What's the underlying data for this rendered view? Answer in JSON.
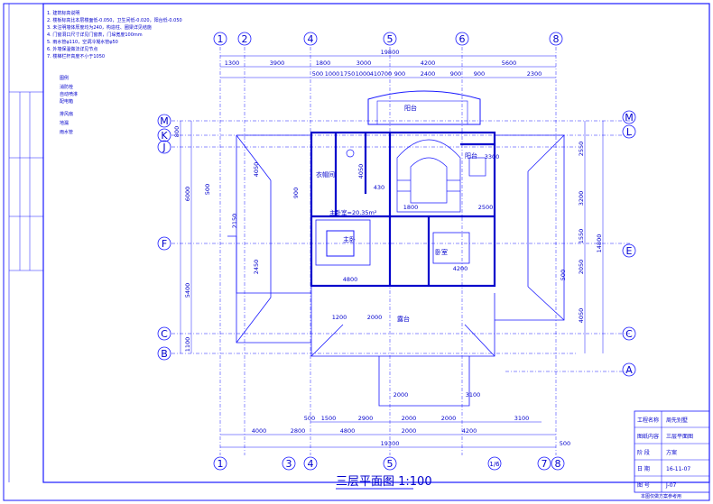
{
  "title": "三层平面图 1:100",
  "axes_top": [
    "1",
    "2",
    "4",
    "5",
    "6",
    "8"
  ],
  "axes_bottom": [
    "1",
    "3",
    "4",
    "5",
    "1/6",
    "7",
    "8"
  ],
  "axes_left": [
    "M",
    "K",
    "J",
    "F",
    "C",
    "B"
  ],
  "axes_right": [
    "M",
    "L",
    "E",
    "C",
    "A"
  ],
  "dims_top_total": "19800",
  "dims_top_row": [
    "1300",
    "3900",
    "1800",
    "3000",
    "4200",
    "5600"
  ],
  "dims_top_detail": [
    "500",
    "1000",
    "1750",
    "1000",
    "410",
    "700",
    "900",
    "2400",
    "900",
    "900",
    "2300"
  ],
  "dims_bottom_total": "19300",
  "dims_bottom_row": [
    "4000",
    "2800",
    "4800",
    "2000",
    "4200",
    "500"
  ],
  "dims_bottom_row2": [
    "1200",
    "2000",
    "2000",
    "3100"
  ],
  "dims_bottom_detail": [
    "500",
    "1500",
    "2900",
    "2000",
    "2000",
    "3100"
  ],
  "dims_left": [
    "800",
    "6000",
    "2150",
    "5400",
    "1100",
    "4050",
    "500",
    "2450"
  ],
  "dims_right": [
    "2550",
    "3200",
    "1550",
    "2050",
    "4050",
    "14800",
    "500"
  ],
  "rooms": {
    "cloak": "衣帽间",
    "master": "主卧",
    "bedroom": "卧室",
    "terrace": "露台",
    "balcony": "阳台",
    "balcony2": "阳台",
    "bath_area": "主卧室=20.35m²"
  },
  "room_dims": [
    "4800",
    "4200",
    "3300",
    "1800",
    "2500",
    "430",
    "4050",
    "900"
  ],
  "notes": [
    "1. 建筑标高说明",
    "2. 楼板标高比本层楼面低-0.050，卫生间低-0.020，阳台低-0.050",
    "3. 未注明墙体厚度均为240，构造柱、圈梁详见结施",
    "4. 门窗洞口尺寸详见门窗表，门垛宽度100mm",
    "5. 雨水管φ110，空调冷凝水管φ50",
    "6. 外墙保温做法详见节点",
    "7. 楼梯栏杆高度不小于1050"
  ],
  "legend": [
    "图例",
    "消防栓",
    "自动喷淋",
    "配电箱",
    "排风扇",
    "地漏",
    "雨水管"
  ],
  "title_block": {
    "rows": [
      {
        "label": "工程名称",
        "value": "周先别墅"
      },
      {
        "label": "图纸内容",
        "value": "三层平面图"
      },
      {
        "label": "阶  段",
        "value": "方案"
      },
      {
        "label": "日  期",
        "value": "16-11-07"
      },
      {
        "label": "图  号",
        "value": "J-07"
      }
    ],
    "footer": "本图仅做方案参考用"
  },
  "colors": {
    "ink": "#1a1aff",
    "accent": "#0000cc",
    "paper": "#ffffff"
  }
}
